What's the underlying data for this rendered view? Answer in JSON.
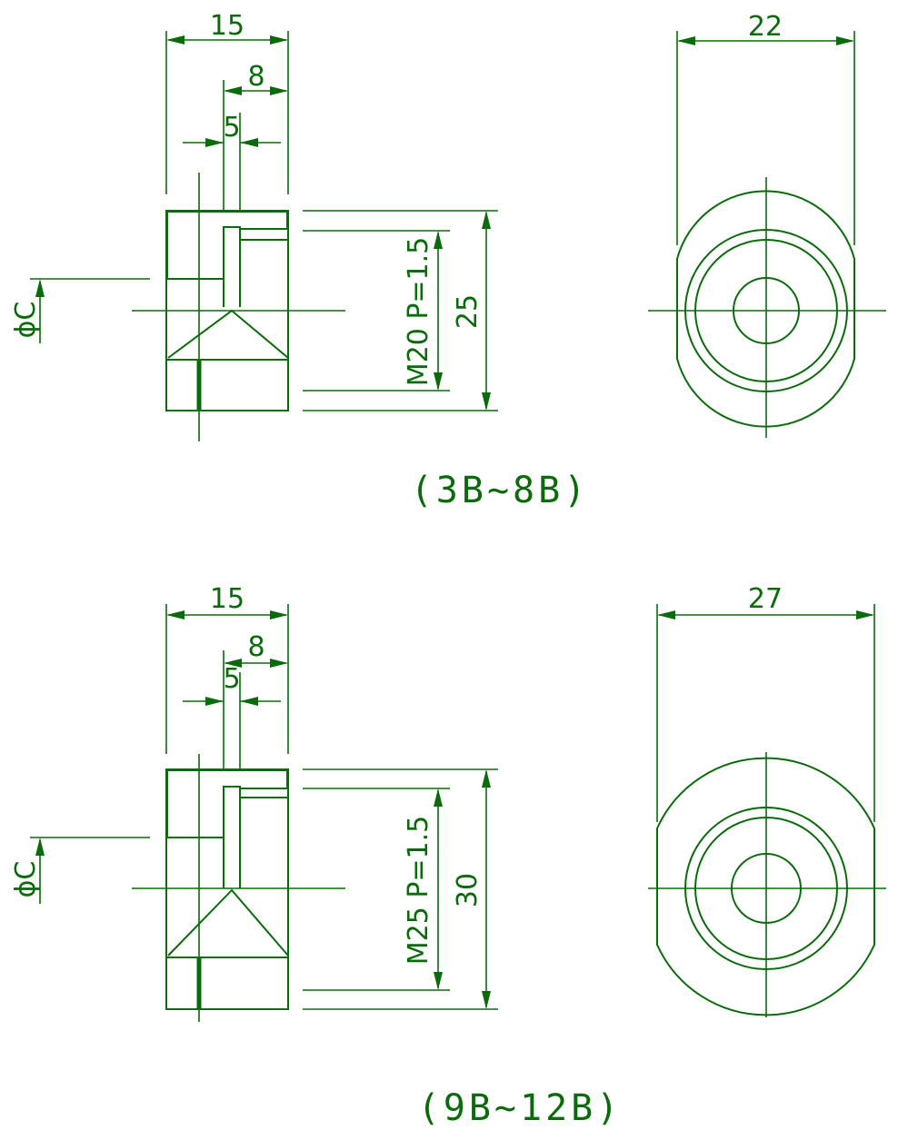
{
  "top_assembly": {
    "caption": "(3B~8B)",
    "width_total": "15",
    "width_mid": "8",
    "width_small": "5",
    "diameter_label": "ϕC",
    "thread_label": "M20 P=1.5",
    "height_label": "25",
    "end_view_width": "22"
  },
  "bottom_assembly": {
    "caption": "(9B~12B)",
    "width_total": "15",
    "width_mid": "8",
    "width_small": "5",
    "diameter_label": "ϕC",
    "thread_label": "M25 P=1.5",
    "height_label": "30",
    "end_view_width": "27"
  },
  "colors": {
    "line": "#0a6b0a",
    "background": "#ffffff"
  }
}
